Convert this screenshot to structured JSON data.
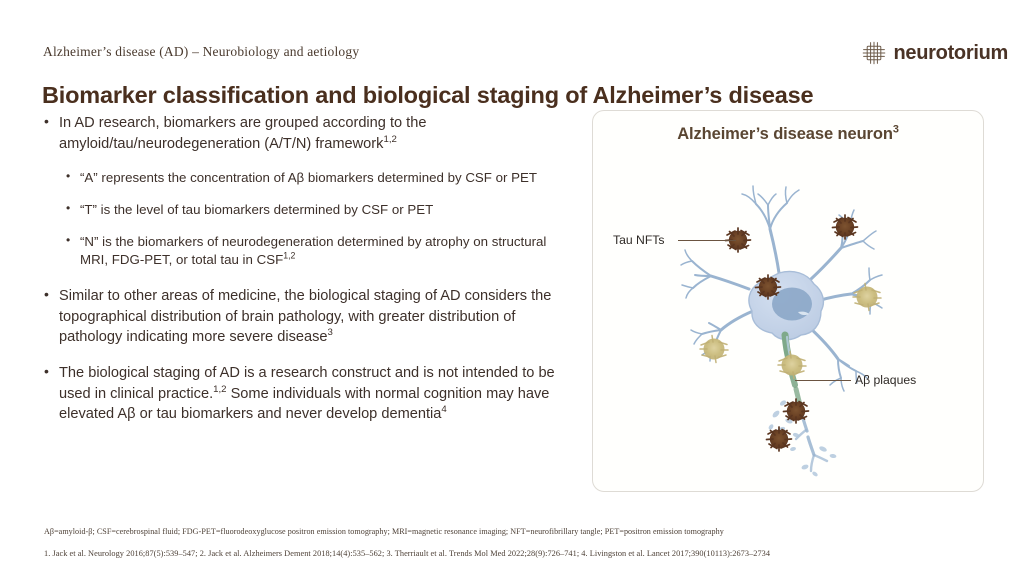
{
  "header": {
    "eyebrow": "Alzheimer’s disease (AD) – Neurobiology and aetiology",
    "title": "Biomarker classification and biological staging of Alzheimer’s disease"
  },
  "brand": {
    "name": "neurotorium",
    "mark_icon": "neurotorium-grid-logo",
    "color": "#4a3326"
  },
  "content": {
    "bullets": [
      {
        "text_before_sup": "In AD research, biomarkers are grouped according to the amyloid/tau/neurodegeneration (A/T/N) framework",
        "sup": "1,2",
        "text_after_sup": "",
        "subbullets": [
          {
            "text_before_sup": "“A” represents the concentration of Aβ biomarkers determined by CSF or PET",
            "sup": "",
            "text_after_sup": ""
          },
          {
            "text_before_sup": "“T” is the level of tau biomarkers determined by CSF or PET",
            "sup": "",
            "text_after_sup": ""
          },
          {
            "text_before_sup": "“N” is the biomarkers of neurodegeneration determined by atrophy on structural MRI, FDG-PET, or total tau in CSF",
            "sup": "1,2",
            "text_after_sup": ""
          }
        ]
      },
      {
        "text_before_sup": "Similar to other areas of medicine, the biological staging of AD considers the topographical distribution of brain pathology, with greater distribution of pathology indicating more severe disease",
        "sup": "3",
        "text_after_sup": "",
        "subbullets": []
      },
      {
        "text_before_sup": "The biological staging of AD is a research construct and is not intended to be used in clinical practice.",
        "sup": "1,2",
        "text_after_sup": " Some individuals with normal cognition may have elevated Aβ or tau biomarkers and never develop dementia",
        "sup2": "4",
        "subbullets": []
      }
    ]
  },
  "figure": {
    "title_text": "Alzheimer’s disease neuron",
    "title_sup": "3",
    "callouts": [
      {
        "label": "Tau NFTs",
        "name": "tau-nfts-callout"
      },
      {
        "label": "Aβ plaques",
        "name": "abeta-plaques-callout"
      }
    ],
    "colors": {
      "soma": "#c3d2e6",
      "nucleus": "#8eaac9",
      "neurite": "#9ab4d0",
      "tangle": "#6b4226",
      "plaque": "#cbbd80",
      "panel_border": "#dedbd5"
    }
  },
  "footer": {
    "abbreviations": "Aβ=amyloid-β; CSF=cerebrospinal fluid; FDG-PET=fluorodeoxyglucose positron emission tomography; MRI=magnetic resonance imaging; NFT=neurofibrillary tangle; PET=positron emission tomography",
    "references": "1. Jack et al. Neurology 2016;87(5):539–547; 2. Jack et al. Alzheimers Dement 2018;14(4):535–562; 3. Therriault et al. Trends Mol Med 2022;28(9):726–741; 4. Livingston et al. Lancet 2017;390(10113):2673–2734"
  }
}
